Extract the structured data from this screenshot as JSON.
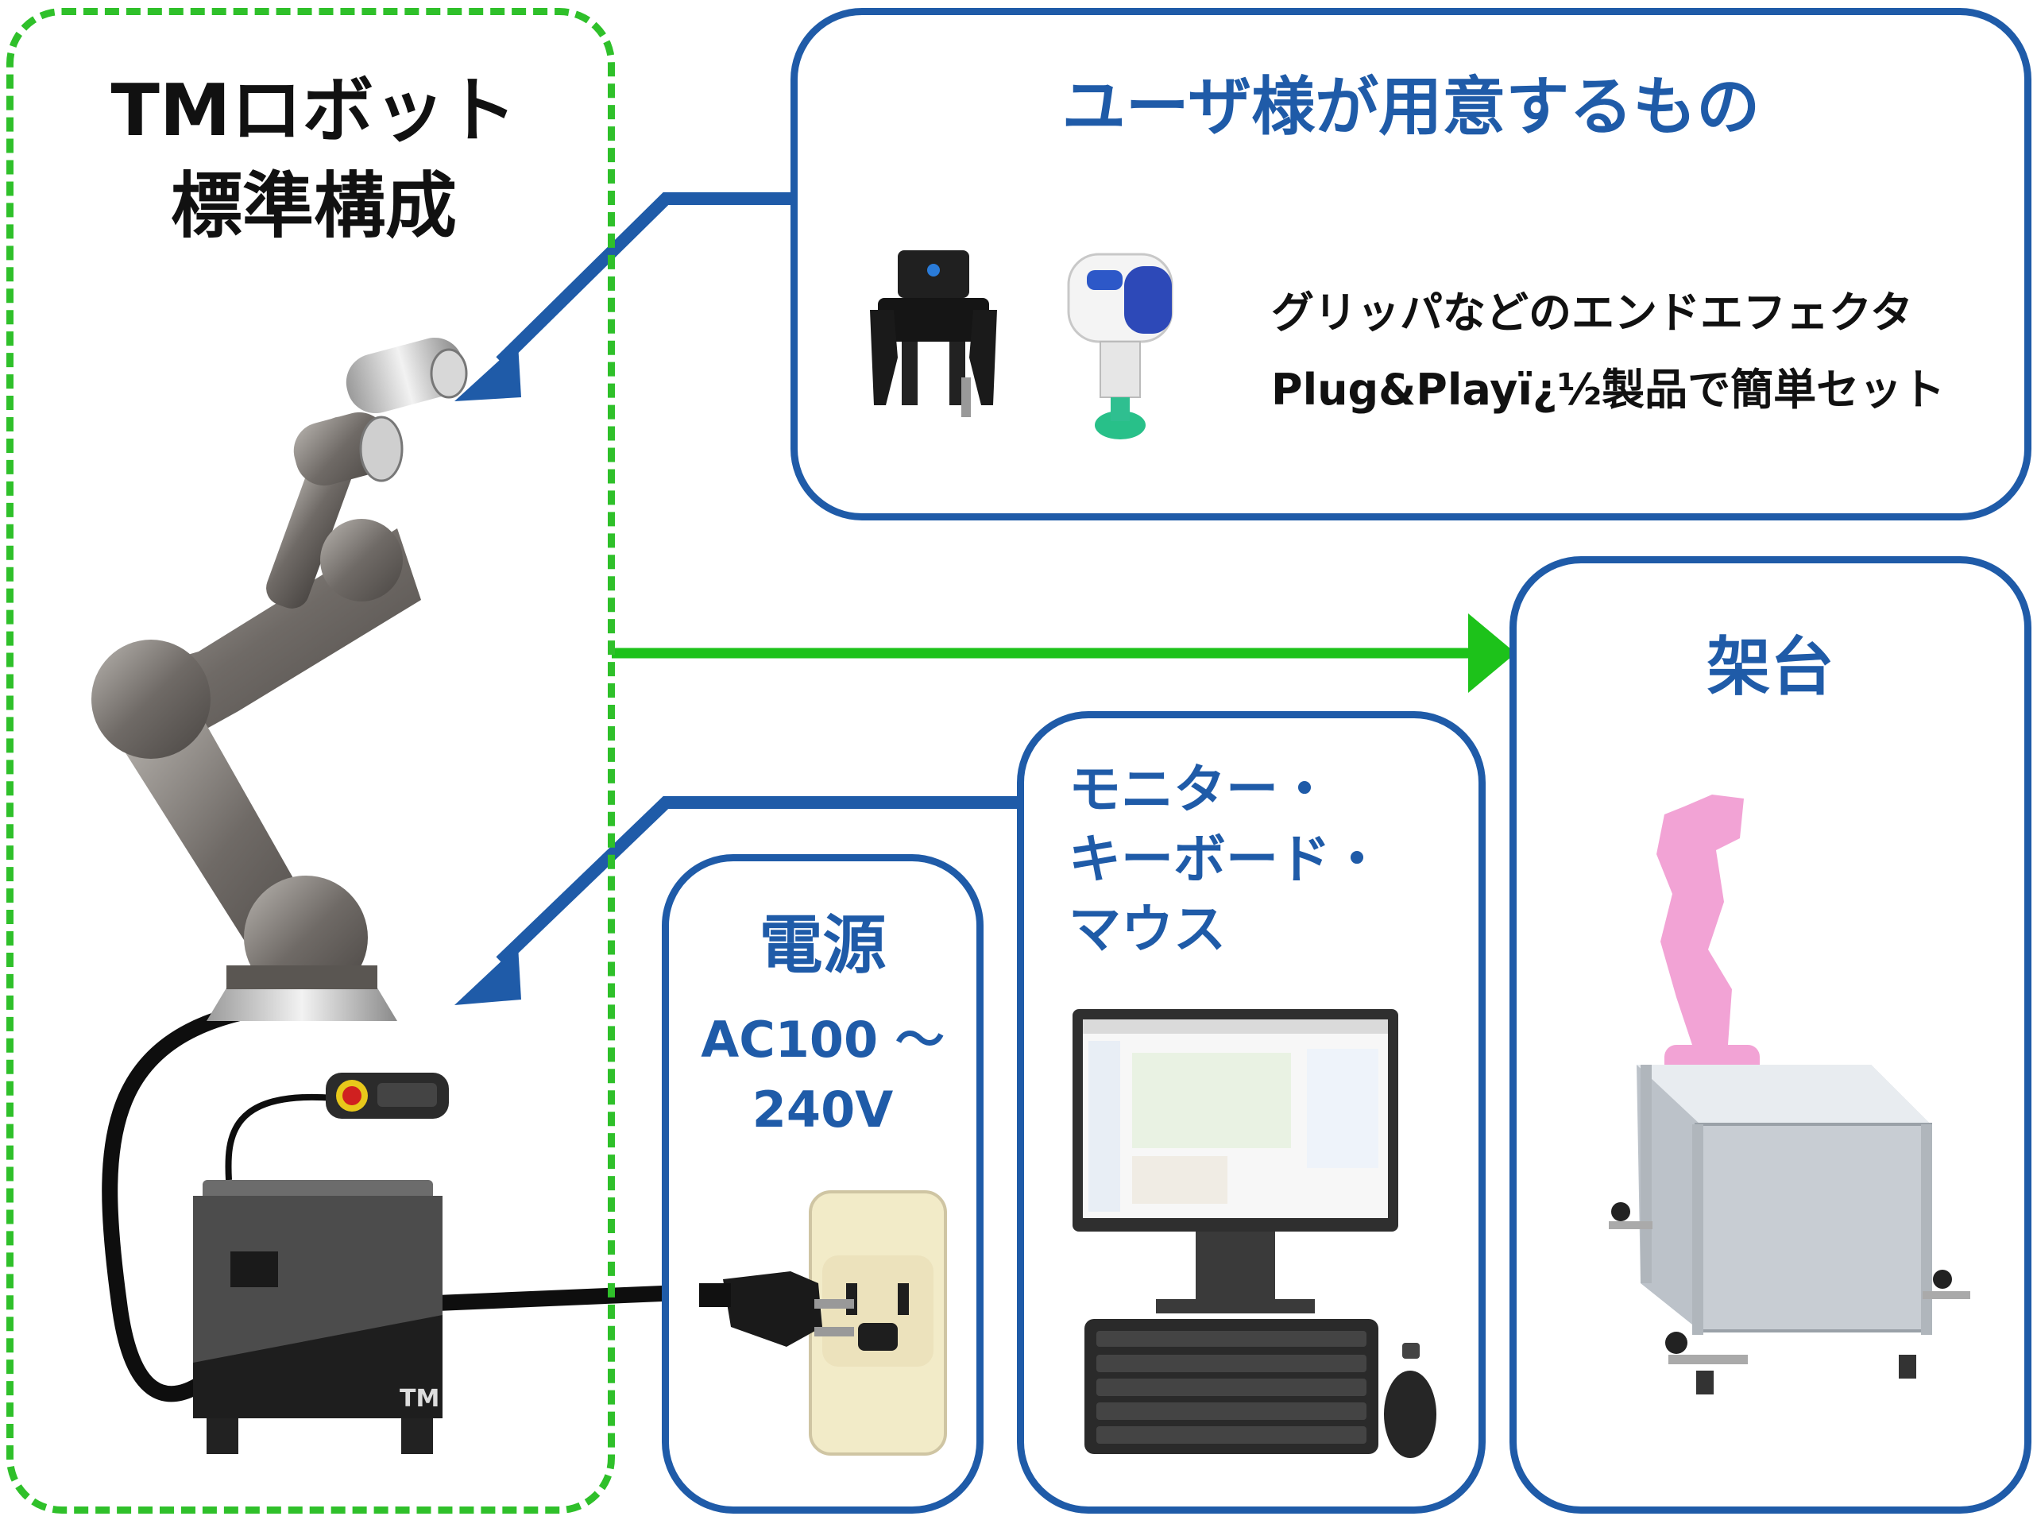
{
  "robot_section": {
    "title_line1": "TMロボット",
    "title_line2": "標準構成"
  },
  "user_section": {
    "title": "ユーザ様が用意するもの",
    "line1": "グリッパなどのエンドエフェクタ",
    "line2": "Plug&Playï¿½製品で簡単セット"
  },
  "stand": {
    "title": "架台"
  },
  "peripherals": {
    "line1": "モニター・",
    "line2": "キーボード・",
    "line3": "マウス"
  },
  "power": {
    "title": "電源",
    "spec_line1": "AC100 ～",
    "spec_line2": "240V"
  },
  "colors": {
    "blue": "#1f5ba8",
    "green": "#2fc02a"
  }
}
